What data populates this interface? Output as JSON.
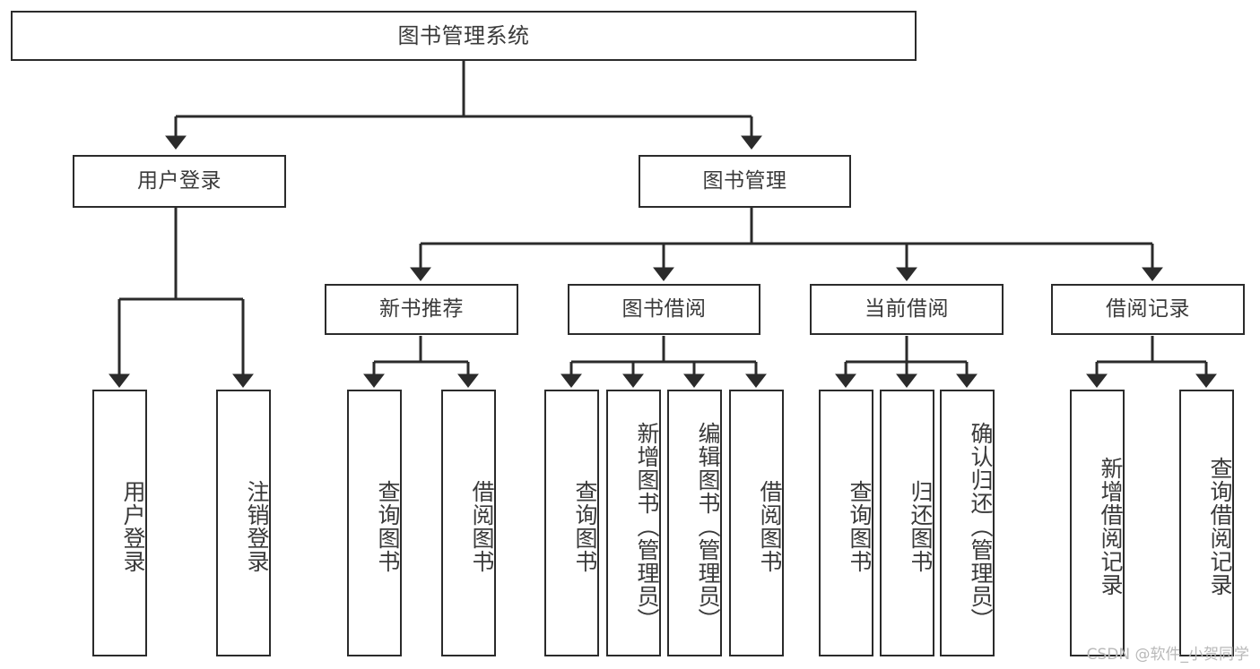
{
  "diagram": {
    "title": "图书管理系统",
    "type": "functional-structure-tree",
    "stroke_color": "#2b2b2b",
    "text_color": "#3a3a3a",
    "background_color": "#ffffff",
    "root": {
      "label": "图书管理系统"
    },
    "level2": [
      {
        "label": "用户登录"
      },
      {
        "label": "图书管理"
      }
    ],
    "level3": [
      {
        "label": "新书推荐"
      },
      {
        "label": "图书借阅"
      },
      {
        "label": "当前借阅"
      },
      {
        "label": "借阅记录"
      }
    ],
    "leaves": [
      {
        "label": "用户登录",
        "parent": "用户登录"
      },
      {
        "label": "注销登录",
        "parent": "用户登录"
      },
      {
        "label": "查询图书",
        "parent": "新书推荐"
      },
      {
        "label": "借阅图书",
        "parent": "新书推荐"
      },
      {
        "label": "查询图书",
        "parent": "图书借阅"
      },
      {
        "label": "新增图书（管理员）",
        "parent": "图书借阅"
      },
      {
        "label": "编辑图书（管理员）",
        "parent": "图书借阅"
      },
      {
        "label": "借阅图书",
        "parent": "图书借阅"
      },
      {
        "label": "查询图书",
        "parent": "当前借阅"
      },
      {
        "label": "归还图书",
        "parent": "当前借阅"
      },
      {
        "label": "确认归还（管理员）",
        "parent": "当前借阅"
      },
      {
        "label": "新增借阅记录",
        "parent": "借阅记录"
      },
      {
        "label": "查询借阅记录",
        "parent": "借阅记录"
      }
    ]
  },
  "watermark": {
    "text": "CSDN @软件_小贺同学"
  }
}
